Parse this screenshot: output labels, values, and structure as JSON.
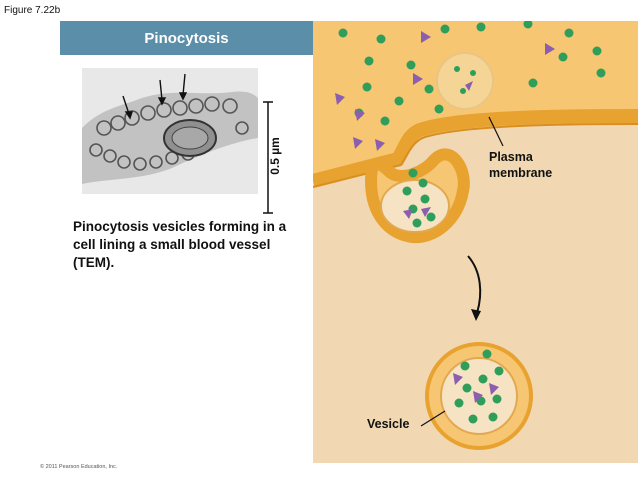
{
  "figure_label": "Figure 7.22b",
  "title": "Pinocytosis",
  "scale_bar_label": "0.5 µm",
  "caption": "Pinocytosis vesicles forming in a cell lining a small blood vessel (TEM).",
  "labels": {
    "plasma_membrane": "Plasma membrane",
    "vesicle": "Vesicle"
  },
  "copyright": "© 2011 Pearson Education, Inc.",
  "colors": {
    "title_bar": "#5b8ea8",
    "cytoplasm": "#f1d8b2",
    "extracellular": "#f7c672",
    "membrane": "#e8a230",
    "solute_sphere": "#2f9e5a",
    "solute_triangle": "#8b5fae"
  }
}
